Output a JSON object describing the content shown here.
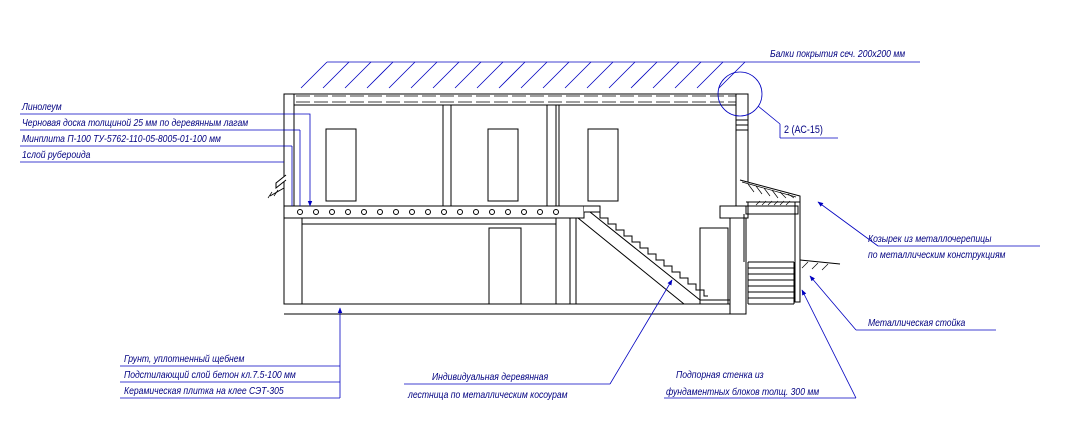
{
  "labels": {
    "roof_beams": "Балки покрытия сеч. 200х200 мм",
    "detail_ref": "2 (АС-15)",
    "floor_layers": [
      "Линолеум",
      "Черновая доска толщиной 25 мм по деревянным лагам",
      "Минплита П-100 ТУ-5762-110-05-8005-01-100 мм",
      "1слой рубероида"
    ],
    "canopy": [
      "Козырек из металлочерепицы",
      "по металлическим конструкциям"
    ],
    "metal_post": "Металлическая стойка",
    "ground_floor_layers": [
      "Грунт, уплотненный щебнем",
      "Подстилающий слой бетон кл.7.5-100 мм",
      "Керамическая плитка на клее СЭТ-305"
    ],
    "stair": [
      "Индивидуальная деревянная",
      "лестница по металлическим косоурам"
    ],
    "retaining_wall": [
      "Подпорная стенка из",
      "фундаментных блоков толщ. 300 мм"
    ]
  },
  "colors": {
    "leader": "#0000c0",
    "text": "#000080",
    "outline": "#000000"
  }
}
